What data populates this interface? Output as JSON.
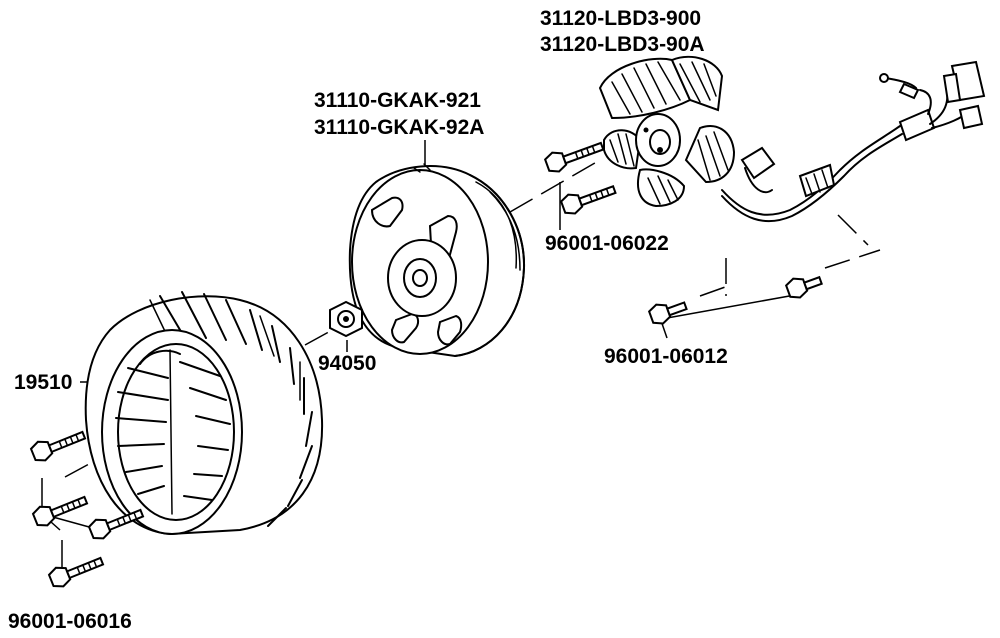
{
  "labels": {
    "stator": [
      "31120-LBD3-900",
      "31120-LBD3-90A"
    ],
    "flywheel": [
      "31110-GKAK-921",
      "31110-GKAK-92A"
    ],
    "stator_bolt": "96001-06022",
    "cable_bolt": "96001-06012",
    "nut": "94050",
    "fan": "19510",
    "fan_bolt": "96001-06016"
  }
}
